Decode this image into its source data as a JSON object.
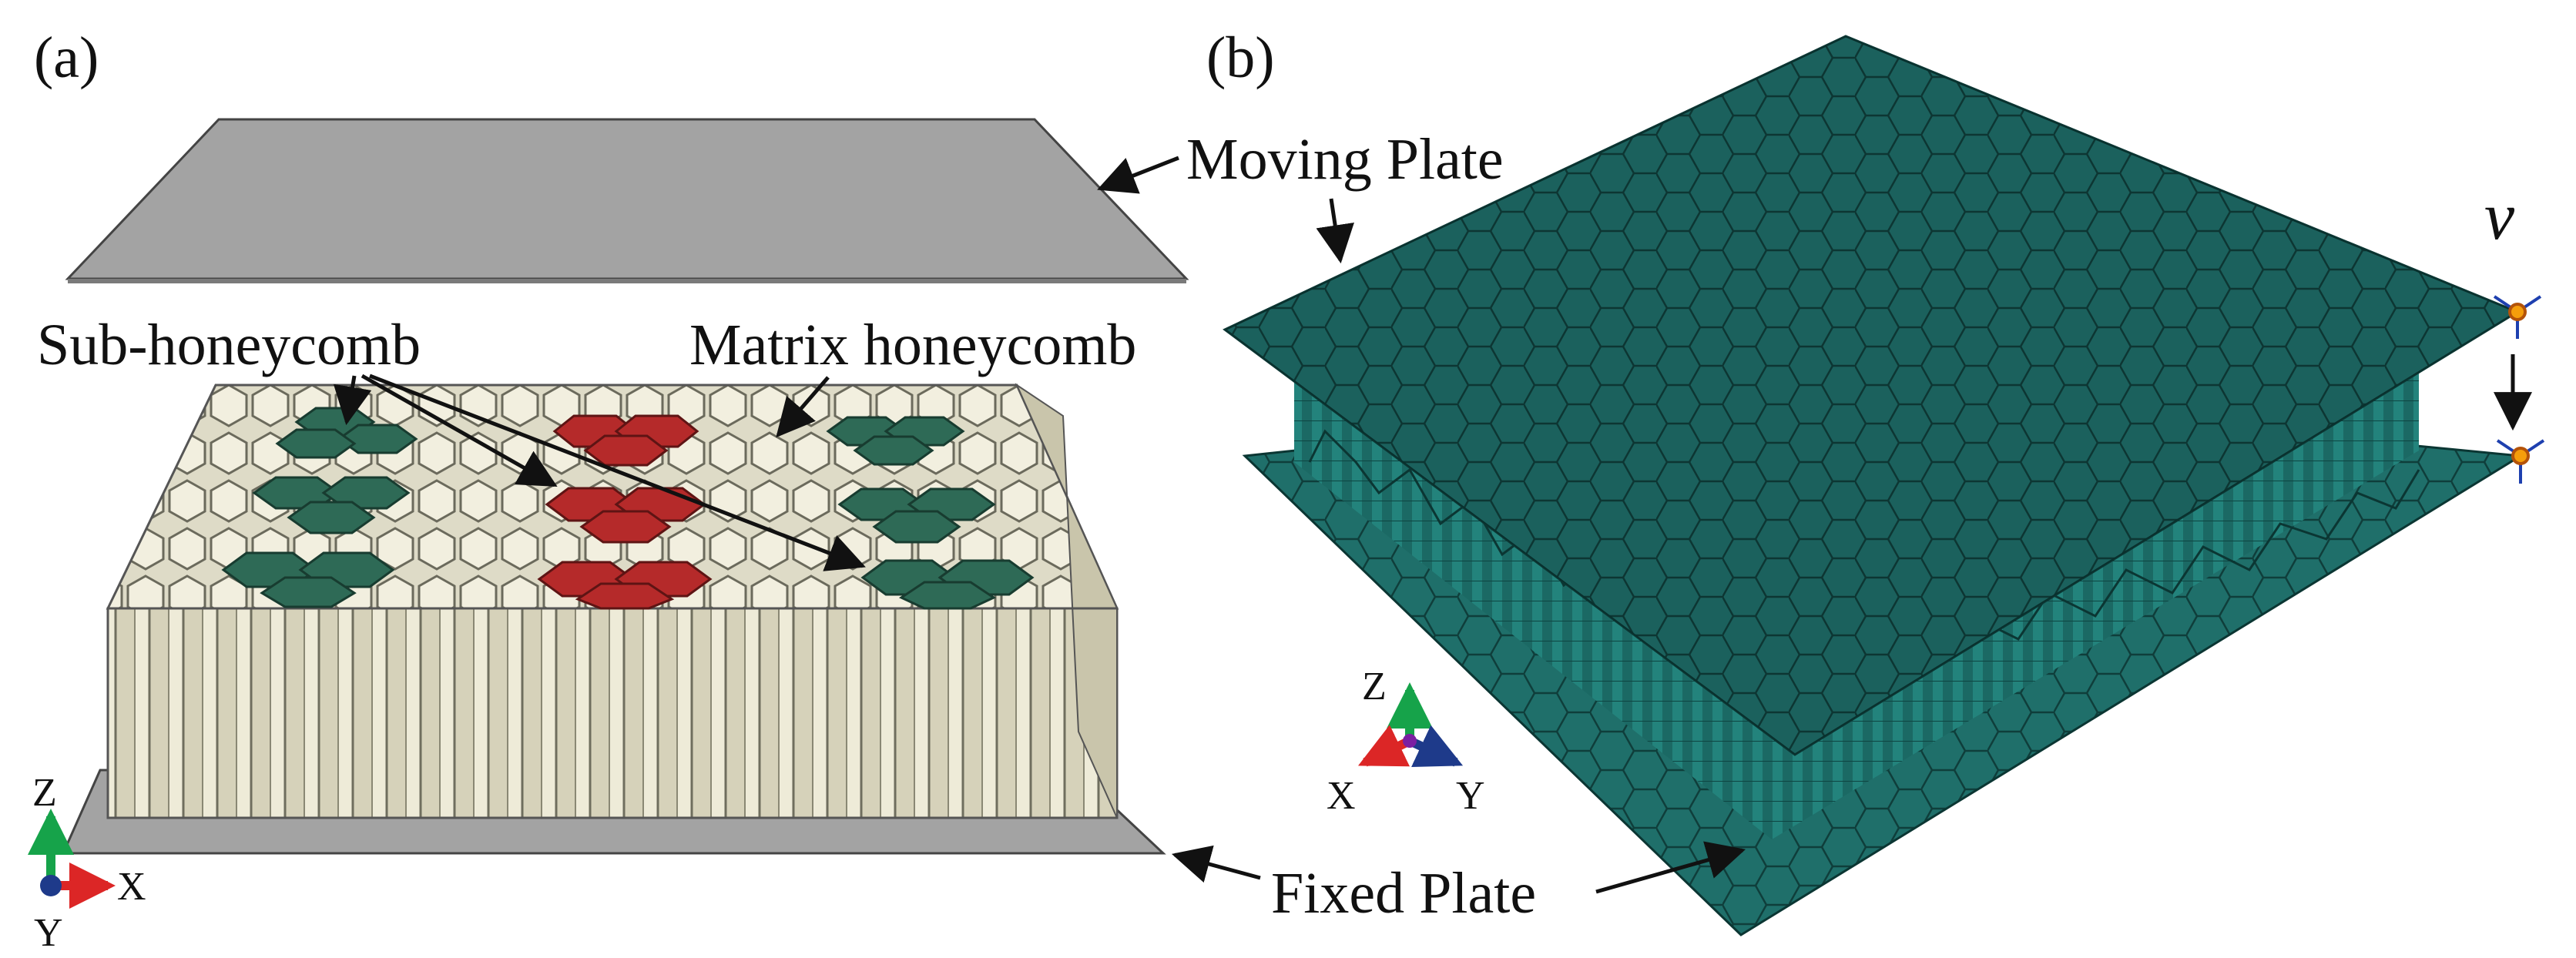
{
  "panels": {
    "a": {
      "label": "(a)"
    },
    "b": {
      "label": "(b)"
    }
  },
  "labels": {
    "moving_plate": "Moving Plate",
    "sub_honeycomb": "Sub-honeycomb",
    "matrix_honeycomb": "Matrix honeycomb",
    "fixed_plate": "Fixed Plate",
    "velocity": "v"
  },
  "axes_a": {
    "z": "Z",
    "x": "X",
    "y": "Y"
  },
  "axes_b": {
    "z": "Z",
    "x": "X",
    "y": "Y"
  },
  "colors": {
    "plate_gray": "#a3a3a3",
    "cell_beige": "#d8d5bf",
    "sub_green": "#2e6a56",
    "sub_red": "#b52a2a",
    "mesh_teal": "#1f6f6a",
    "axis_z": "#16a34a",
    "axis_x": "#dc2626",
    "axis_y": "#1e3a8a"
  }
}
